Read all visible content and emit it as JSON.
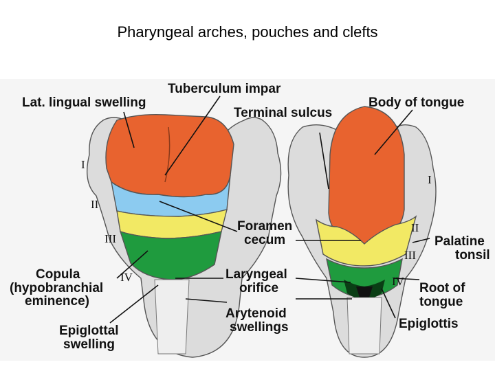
{
  "title": "Pharyngeal arches, pouches and clefts",
  "colors": {
    "arch_I": "#e8632f",
    "arch_II": "#8ccbf0",
    "arch_III": "#f2e964",
    "arch_IV": "#1f9b3e",
    "dark_green": "#0d5e22",
    "tissue": "#dcdcdc",
    "background": "#f5f5f5"
  },
  "left_labels": {
    "lat_lingual_swelling": "Lat. lingual swelling",
    "tuberculum_impar": "Tuberculum impar",
    "foramen": "Foramen",
    "cecum": "cecum",
    "copula": "Copula",
    "hypobranchial": "(hypobranchial",
    "eminence": "eminence)",
    "epiglottal": "Epiglottal",
    "swelling": "swelling",
    "laryngeal": "Laryngeal",
    "orifice": "orifice",
    "arytenoid": "Arytenoid",
    "swellings": "swellings"
  },
  "right_labels": {
    "terminal_sulcus": "Terminal sulcus",
    "body_of_tongue": "Body of tongue",
    "palatine": "Palatine",
    "tonsil": "tonsil",
    "root_of": "Root of",
    "tongue": "tongue",
    "epiglottis": "Epiglottis"
  },
  "arch_numerals": {
    "left": [
      "I",
      "II",
      "III",
      "IV"
    ],
    "right": [
      "I",
      "II",
      "III",
      "IV"
    ]
  }
}
